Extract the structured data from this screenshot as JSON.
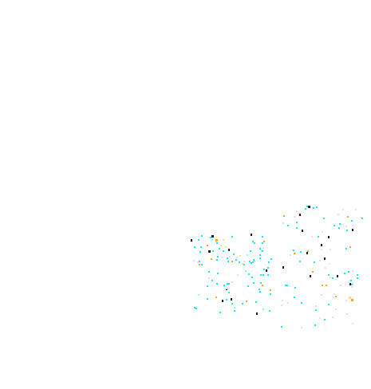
{
  "background_color": "#ffffff",
  "palette": {
    "cyan": "#19e6ee",
    "light_cyan": "#8ff5f7",
    "pink": "#f2d6f2",
    "orange": "#f7a51a",
    "yellow": "#f5e36b",
    "dark": "#1b1b1b"
  },
  "clusters": [
    {
      "name": "left-speckle-cluster",
      "colors": [
        "cyan",
        "light_cyan",
        "orange",
        "yellow",
        "pink",
        "dark"
      ]
    },
    {
      "name": "right-speckle-cluster",
      "colors": [
        "cyan",
        "pink",
        "orange",
        "dark"
      ]
    }
  ]
}
